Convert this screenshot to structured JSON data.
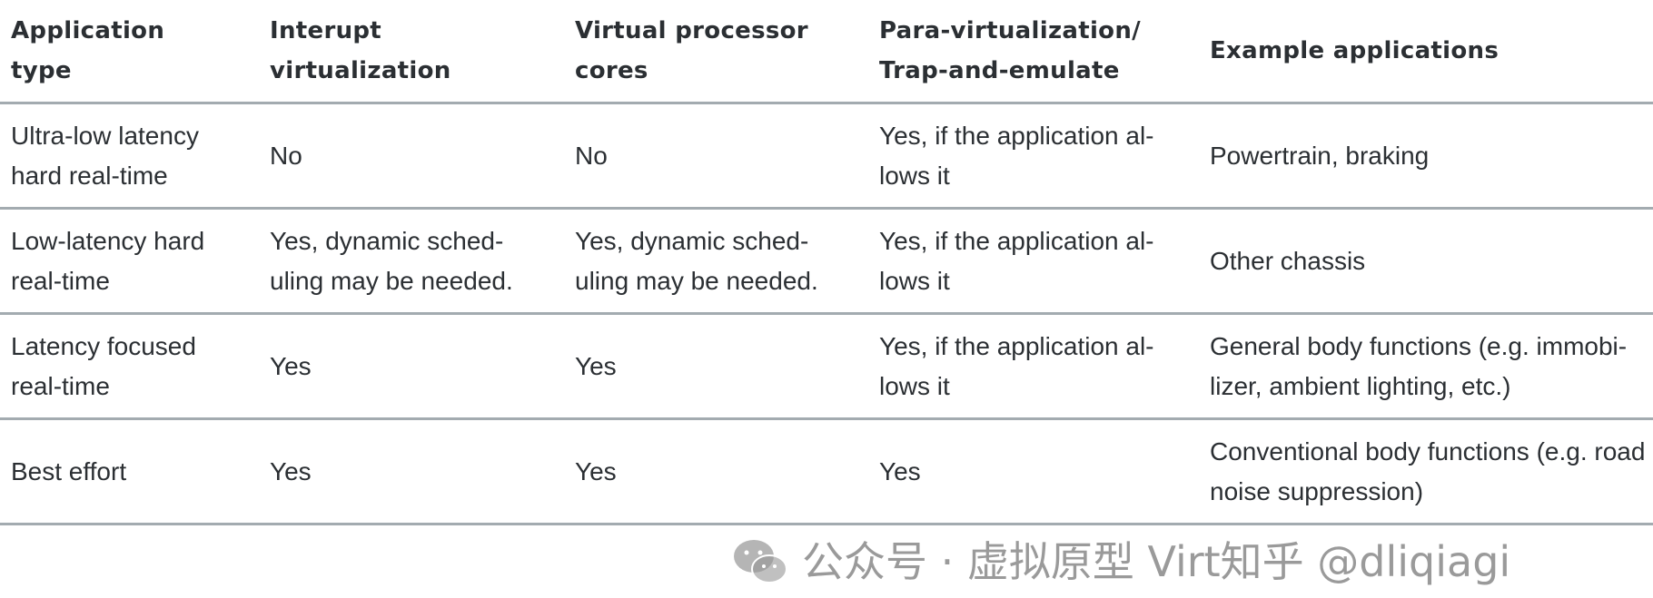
{
  "table": {
    "headers": [
      "Application\ntype",
      "Interupt\nvirtualization",
      "Virtual processor\ncores",
      "Para-virtualization/\nTrap-and-emulate",
      "Example applications"
    ],
    "rows": [
      [
        "Ultra-low latency\nhard real-time",
        "No",
        "No",
        "Yes, if the application al-\nlows it",
        "Powertrain, braking"
      ],
      [
        "Low-latency hard\nreal-time",
        "Yes, dynamic sched-\nuling may be needed.",
        "Yes, dynamic sched-\nuling may be needed.",
        "Yes, if the application al-\nlows it",
        "Other chassis"
      ],
      [
        "Latency focused\nreal-time",
        "Yes",
        "Yes",
        "Yes, if the application al-\nlows it",
        "General body functions (e.g. immobi-\nlizer, ambient lighting, etc.)"
      ],
      [
        "Best effort",
        "Yes",
        "Yes",
        "Yes",
        "Conventional body functions (e.g. road\nnoise suppression)"
      ]
    ]
  },
  "watermark": {
    "icon": "wechat-icon",
    "text": "公众号 · 虚拟原型 Virt知乎 @dliqiagi"
  },
  "colors": {
    "text": "#2b2f33",
    "rule": "#a3abb0"
  }
}
